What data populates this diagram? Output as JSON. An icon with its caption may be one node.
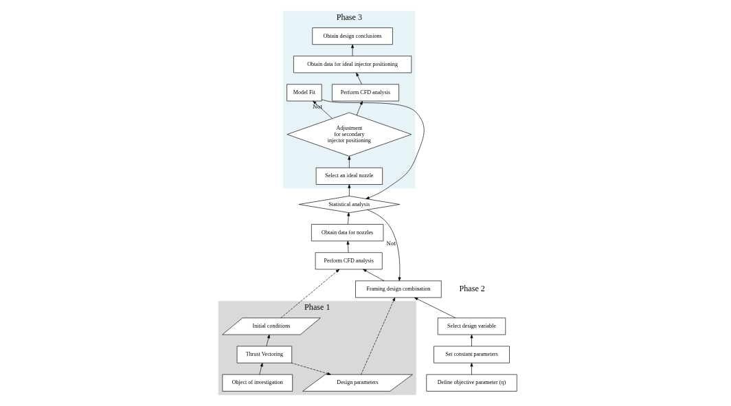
{
  "diagram": {
    "nodes": [
      {
        "text": [
          "Phase 1"
        ]
      },
      {
        "text": [
          "Design parameters"
        ],
        "in": 0
      },
      {
        "text": [
          "Initial conditions"
        ],
        "in": 0
      },
      {
        "text": [
          "Thrust Vectoring"
        ],
        "in": 0
      },
      {
        "text": [
          "Object of investigation"
        ],
        "in": 0
      },
      {
        "text": [
          "Framing design combination"
        ]
      },
      {
        "text": [
          "Perform CFD analysis"
        ]
      },
      {
        "text": [
          "Obtain data for nozzles"
        ]
      },
      {
        "text": [
          "Statistical analysis"
        ]
      },
      {
        "text": [
          "Select design variable"
        ]
      },
      {
        "text": [
          "Set constant parameters"
        ]
      },
      {
        "text": [
          "Define objective parameter (η)"
        ]
      },
      {
        "text": [
          "Phase 3"
        ]
      },
      {
        "text": [
          "Model Fit"
        ],
        "in": 12
      },
      {
        "text": [
          "Select an ideal nozzle"
        ],
        "in": 12
      },
      {
        "text": [
          "Adjustment for secondary injector positioning"
        ],
        "in": 12
      },
      {
        "text": [
          "Perform CFD analysis"
        ],
        "in": 12
      },
      {
        "text": [
          "Obtain data for ideal injector positioning"
        ],
        "in": 12
      },
      {
        "text": [
          "Obtain design conclusions"
        ],
        "in": 12
      }
    ],
    "edges": [
      {
        "from": 4,
        "to": 3,
        "arrow": "to"
      },
      {
        "from": 3,
        "to": 2,
        "arrow": "to"
      },
      {
        "from": 3,
        "to": 1,
        "arrow": "to",
        "style": "dashed"
      },
      {
        "from": 1,
        "to": 5,
        "arrow": "to",
        "style": "dashed"
      },
      {
        "from": 2,
        "to": 6,
        "arrow": "to",
        "style": "dashed"
      },
      {
        "from": 5,
        "to": 6,
        "arrow": "to"
      },
      {
        "from": 6,
        "to": 7,
        "arrow": "to"
      },
      {
        "from": 7,
        "to": 8,
        "arrow": "to"
      },
      {
        "from": 8,
        "to": 5,
        "arrow": "to",
        "label": "Not"
      },
      {
        "from": 11,
        "to": 10,
        "arrow": "to"
      },
      {
        "from": 10,
        "to": 9,
        "arrow": "to"
      },
      {
        "from": 9,
        "to": 5,
        "arrow": "to"
      },
      {
        "from": 8,
        "to": 14,
        "arrow": "to"
      },
      {
        "from": 14,
        "to": 15,
        "arrow": "to"
      },
      {
        "from": 15,
        "to": 13,
        "arrow": "to",
        "label": "Not"
      },
      {
        "from": 13,
        "to": 8,
        "arrow": "to"
      },
      {
        "from": 15,
        "to": 16,
        "arrow": "to"
      },
      {
        "from": 16,
        "to": 17,
        "arrow": "to"
      },
      {
        "from": 17,
        "to": 18,
        "arrow": "to"
      }
    ],
    "labels": [
      "Phase 2"
    ]
  }
}
